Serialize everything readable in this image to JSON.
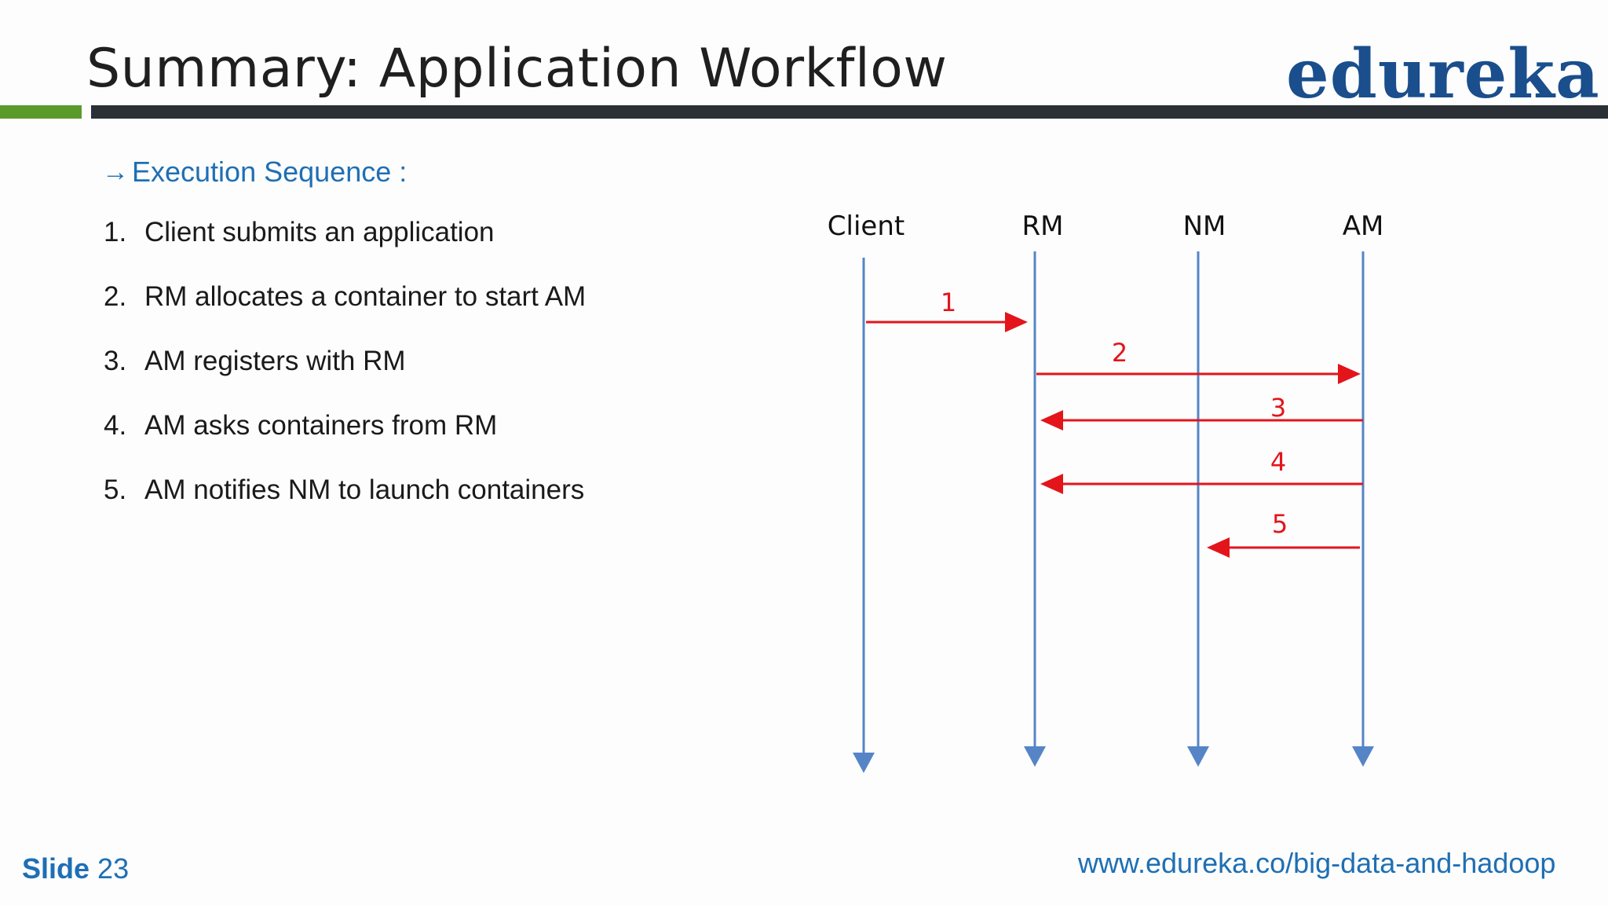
{
  "header": {
    "title": "Summary: Application Workflow",
    "logo_text": "edureka!"
  },
  "section": {
    "arrow": "→",
    "heading": "Execution Sequence :"
  },
  "steps": [
    {
      "num": "1.",
      "text": "Client submits an application"
    },
    {
      "num": "2.",
      "text": "RM allocates a container to start AM"
    },
    {
      "num": "3.",
      "text": "AM registers with RM"
    },
    {
      "num": "4.",
      "text": "AM asks containers from RM"
    },
    {
      "num": "5.",
      "text": "AM notifies NM to launch containers"
    }
  ],
  "diagram": {
    "lifelines": [
      "Client",
      "RM",
      "NM",
      "AM"
    ],
    "messages": [
      {
        "label": "1",
        "from": "Client",
        "to": "RM"
      },
      {
        "label": "2",
        "from": "RM",
        "to": "AM"
      },
      {
        "label": "3",
        "from": "AM",
        "to": "RM"
      },
      {
        "label": "4",
        "from": "AM",
        "to": "RM"
      },
      {
        "label": "5",
        "from": "AM",
        "to": "NM"
      }
    ]
  },
  "footer": {
    "slide_word": "Slide",
    "slide_number": "23",
    "url": "www.edureka.co/big-data-and-hadoop"
  },
  "colors": {
    "title_bar_green": "#5a9a2a",
    "title_bar_dark": "#2b2f36",
    "accent_blue": "#1e6fb4",
    "lifeline_blue": "#5585c6",
    "message_red": "#e4141b",
    "logo_blue": "#1a4e8c"
  }
}
